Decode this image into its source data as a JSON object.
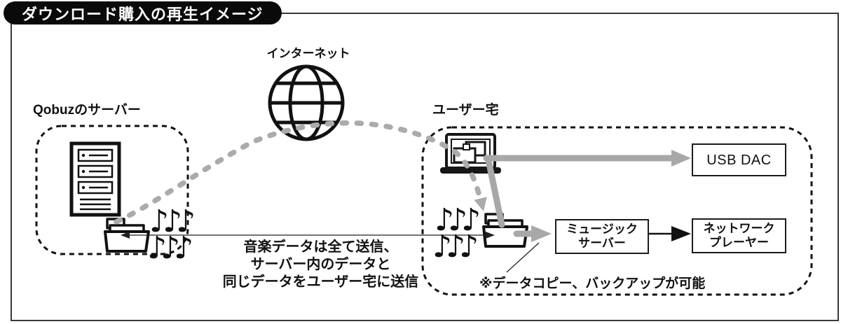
{
  "title": "ダウンロード購入の再生イメージ",
  "labels": {
    "internet": "インターネット",
    "qobuz_server": "Qobuzのサーバー",
    "user_home": "ユーザー宅"
  },
  "boxes": {
    "usb_dac": "USB DAC",
    "music_server": [
      "ミュージック",
      "サーバー"
    ],
    "network_player": [
      "ネットワーク",
      "プレーヤー"
    ]
  },
  "notes": {
    "transfer": [
      "音楽データは全て送信、",
      "サーバー内のデータと",
      "同じデータをユーザー宅に送信"
    ],
    "backup": "※データコピー、バックアップが可能"
  },
  "icons": {
    "music_notes_row": "♪♪♪",
    "globe": "globe-icon",
    "server_rack": "server-icon",
    "laptop": "laptop-icon",
    "folder": "folder-icon"
  },
  "colors": {
    "arrow_gray": "#a8a8a8",
    "dash_gray": "#ababab",
    "line_black": "#111111",
    "frame_border": "#3a3a3a",
    "title_bg": "#0a0a0a",
    "title_fg": "#ffffff"
  }
}
